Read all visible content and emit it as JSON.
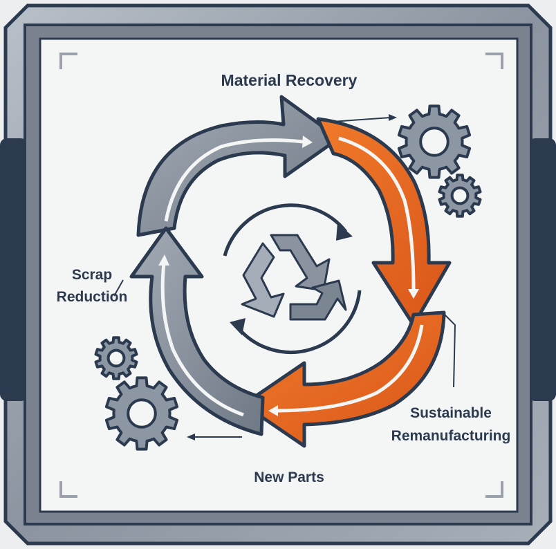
{
  "labels": {
    "top": "Material Recovery",
    "left_line1": "Scrap",
    "left_line2": "Reduction",
    "right_line1": "Sustainable",
    "right_line2": "Remanufacturing",
    "bottom": "New Parts"
  },
  "colors": {
    "navy": "#2b3a4f",
    "orange": "#e8671f",
    "gray": "#8d96a3",
    "panel": "#f4f5f5",
    "frame": "#6f7884"
  },
  "icons": [
    "gear-icon",
    "recycle-icon"
  ]
}
